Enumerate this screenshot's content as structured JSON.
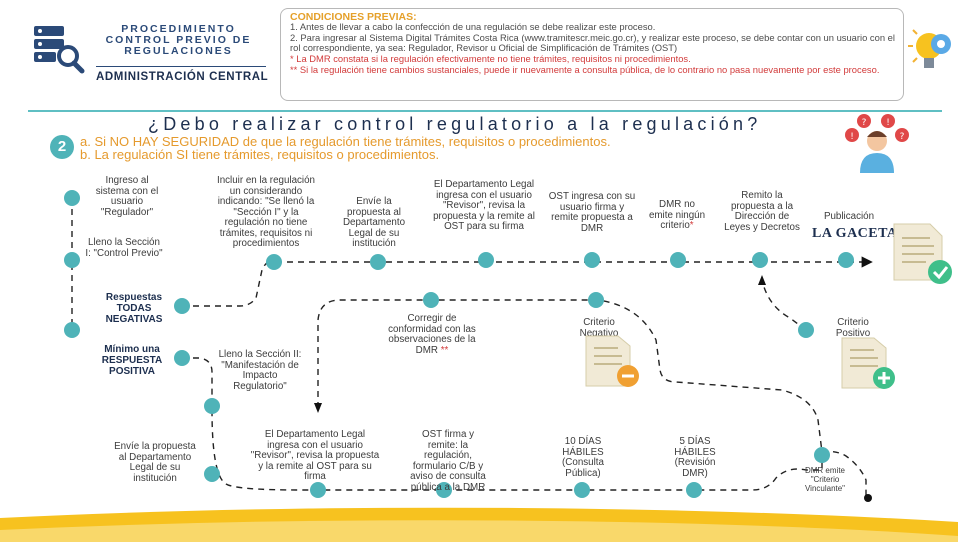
{
  "header": {
    "title_lines": [
      "PROCEDIMIENTO",
      "CONTROL PREVIO DE",
      "REGULACIONES"
    ],
    "subtitle": "ADMINISTRACIÓN CENTRAL",
    "icon": "server-search-icon"
  },
  "conditions": {
    "title": "CONDICIONES PREVIAS:",
    "lines": [
      "1. Antes de llevar a cabo la confección de una regulación se debe realizar este proceso.",
      "2. Para ingresar al Sistema Digital Trámites Costa Rica (www.tramitescr.meic.go.cr), y realizar este proceso, se debe contar con un usuario con el rol correspondiente, ya sea: Regulador, Revisor u Oficial de Simplificación de Trámites (OST)",
      "* La DMR constata si la regulación efectivamente no tiene trámites, requisitos ni procedimientos.",
      "** Si la regulación tiene cambios sustanciales, puede ir nuevamente a consulta pública, de lo contrario no pasa nuevamente por este proceso."
    ],
    "lightbulb_icon": "lightbulb-gear-icon"
  },
  "question": {
    "text": "¿Debo realizar control regulatorio a la regulación?",
    "number": "2",
    "option_a": "a. Si NO HAY SEGURIDAD de que la regulación tiene trámites, requisitos o procedimientos.",
    "option_b": "b. La regulación SI tiene trámites, requisitos o procedimientos.",
    "person_icon": "confused-person-icon"
  },
  "left_steps": {
    "s1": "Ingreso al sistema con el usuario \"Regulador\"",
    "s2": "Lleno la Sección I: \"Control Previo\"",
    "s3": "Respuestas TODAS NEGATIVAS",
    "s4": "Mínimo una RESPUESTA POSITIVA"
  },
  "top_steps": {
    "t1": "Incluir en la regulación un considerando indicando: \"Se llenó la \"Sección I\" y la regulación no tiene trámites, requisitos ni procedimientos",
    "t2": "Envíe la propuesta al Departamento Legal de su institución",
    "t3": "El Departamento Legal ingresa con el usuario \"Revisor\", revisa la propuesta y la remite al OST para su firma",
    "t4": "OST ingresa con su usuario firma y remite propuesta a DMR",
    "t5": "DMR no emite ningún criterio",
    "t5_star": "*",
    "t6": "Remito la propuesta a la Dirección de Leyes y Decretos",
    "t7": "Publicación",
    "gaceta": "LA GACETA"
  },
  "middle": {
    "correct": "Corregir de conformidad con las observaciones de la DMR",
    "correct_star": "**",
    "negativo": "Criterio Negativo",
    "positivo": "Criterio Positivo"
  },
  "lower_steps": {
    "l1": "Lleno la Sección II: \"Manifestación de Impacto Regulatorio\"",
    "l2": "Envíe la propuesta al Departamento Legal de su institución",
    "l3": "El Departamento Legal ingresa con el usuario \"Revisor\", revisa la propuesta y la remite al OST para su firma",
    "l4": "OST firma y remite: la regulación, formulario C/B y aviso de consulta pública a la DMR",
    "l5": "10 DÍAS HÁBILES (Consulta Pública)",
    "l6": "5 DÍAS HÁBILES (Revisión DMR)",
    "l7": "DMR emite \"Criterio Vinculante\""
  },
  "colors": {
    "teal": "#4fb3b8",
    "navy": "#1d2f4f",
    "orange": "#e59a2d",
    "yellow": "#f7c21f"
  }
}
